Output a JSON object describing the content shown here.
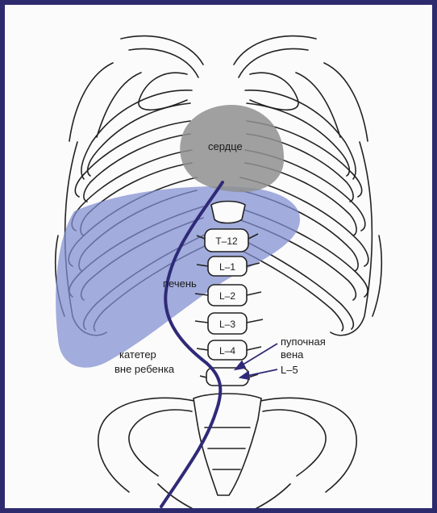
{
  "figure": {
    "labels": {
      "heart": "сердце",
      "liver": "печень",
      "catheter": [
        "катетер",
        "вне ребенка"
      ],
      "umbilical_vein": [
        "пупочная",
        "вена"
      ],
      "l5": "L–5"
    },
    "vertebrae": [
      "T–12",
      "L–1",
      "L–2",
      "L–3",
      "L–4"
    ]
  },
  "colors": {
    "frame": "#2e2a6e",
    "liver": "#7f8ed1",
    "heart": "#8f8f8f",
    "catheter": "#2f2a78",
    "bone_outline": "#222222"
  }
}
